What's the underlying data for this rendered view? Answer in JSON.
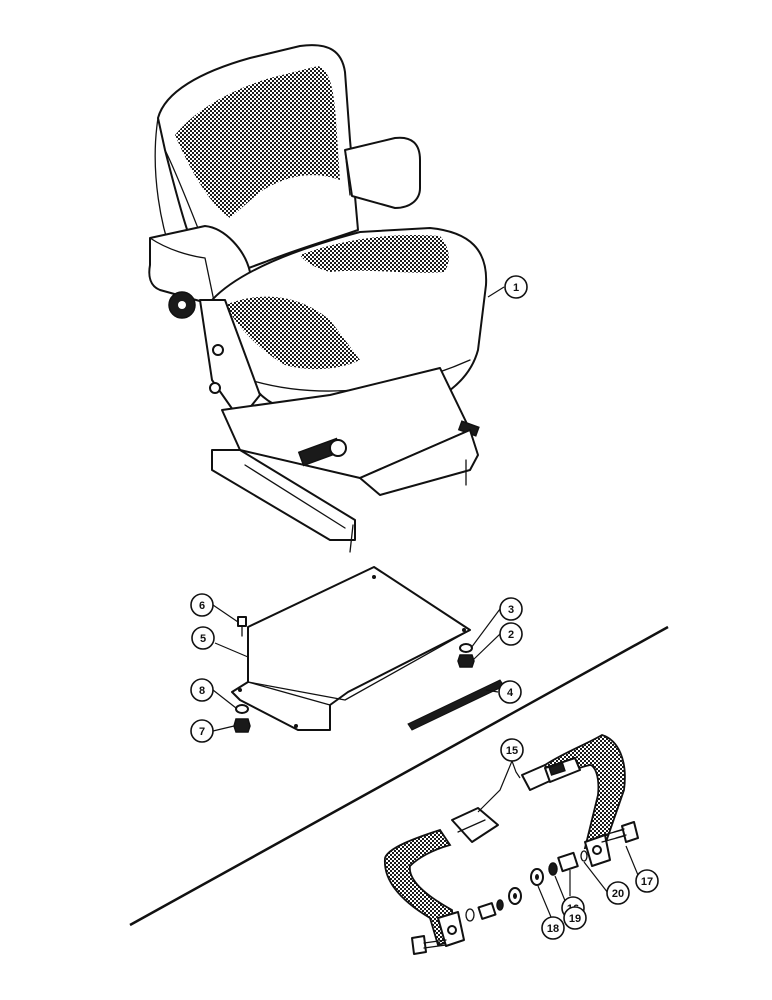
{
  "callouts": [
    {
      "id": "1",
      "label": "1"
    },
    {
      "id": "2",
      "label": "2"
    },
    {
      "id": "3",
      "label": "3"
    },
    {
      "id": "4",
      "label": "4"
    },
    {
      "id": "5",
      "label": "5"
    },
    {
      "id": "6",
      "label": "6"
    },
    {
      "id": "7",
      "label": "7"
    },
    {
      "id": "8",
      "label": "8"
    },
    {
      "id": "15",
      "label": "15"
    },
    {
      "id": "16",
      "label": "16"
    },
    {
      "id": "17",
      "label": "17"
    },
    {
      "id": "18",
      "label": "18"
    },
    {
      "id": "19",
      "label": "19"
    },
    {
      "id": "20",
      "label": "20"
    }
  ]
}
